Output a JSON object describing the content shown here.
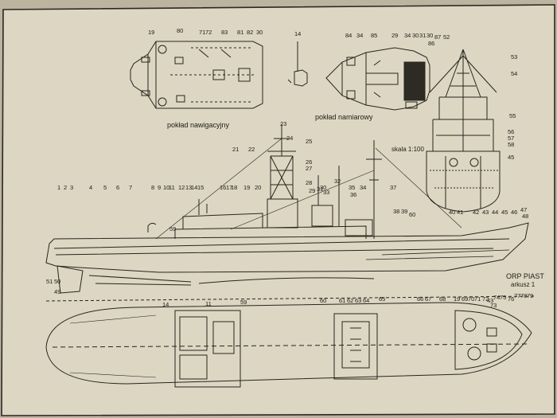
{
  "captions": {
    "navigation_deck": "pokład nawigacyjny",
    "bow_deck": "pokład namiarowy",
    "scale": "skala 1:100",
    "ship_name": "ORP PIAST",
    "sheet": "arkusz 1"
  },
  "part_numbers": {
    "nav_deck": [
      "19",
      "80",
      "71",
      "72",
      "83",
      "81",
      "82",
      "30"
    ],
    "mast_top": [
      "14"
    ],
    "bow_deck": [
      "84",
      "34",
      "85",
      "29",
      "34",
      "30",
      "31",
      "30",
      "87",
      "52",
      "86"
    ],
    "front_view": [
      "53",
      "54",
      "55",
      "56",
      "57",
      "58",
      "45",
      "40",
      "41",
      "42",
      "43",
      "44",
      "45",
      "46",
      "47",
      "48"
    ],
    "superstructure": [
      "23",
      "24",
      "25",
      "21",
      "22",
      "26",
      "27",
      "28",
      "29",
      "31",
      "32",
      "30",
      "33",
      "35",
      "34",
      "36",
      "37",
      "38",
      "39",
      "60"
    ],
    "side_left": [
      "1",
      "2",
      "3",
      "4",
      "5",
      "6",
      "7",
      "8",
      "9",
      "10",
      "11",
      "12",
      "13",
      "14",
      "15",
      "16",
      "17",
      "18",
      "19",
      "20",
      "59"
    ],
    "stern": [
      "51",
      "50",
      "49"
    ],
    "plan_view": [
      "14",
      "11",
      "59",
      "60",
      "61",
      "62",
      "63",
      "64",
      "65",
      "66",
      "67",
      "68",
      "19",
      "69",
      "70",
      "71",
      "72",
      "43",
      "74",
      "75",
      "76",
      "77",
      "78",
      "79",
      "73"
    ]
  }
}
